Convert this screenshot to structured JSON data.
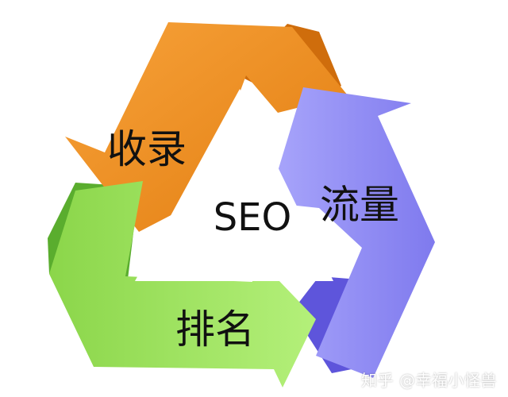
{
  "diagram": {
    "center": "SEO",
    "stages": [
      {
        "label": "收录",
        "color": "#f08a1c"
      },
      {
        "label": "流量",
        "color": "#8f8cf0"
      },
      {
        "label": "排名",
        "color": "#9fe05c"
      }
    ]
  },
  "watermark": "知乎 @幸福小怪兽",
  "colors": {
    "orange": "#f08a1c",
    "orange_dark": "#c9670c",
    "purple": "#8f8cf0",
    "purple_dark": "#5b52d8",
    "green": "#9fe05c",
    "green_dark": "#56a82c",
    "background": "#ffffff"
  }
}
